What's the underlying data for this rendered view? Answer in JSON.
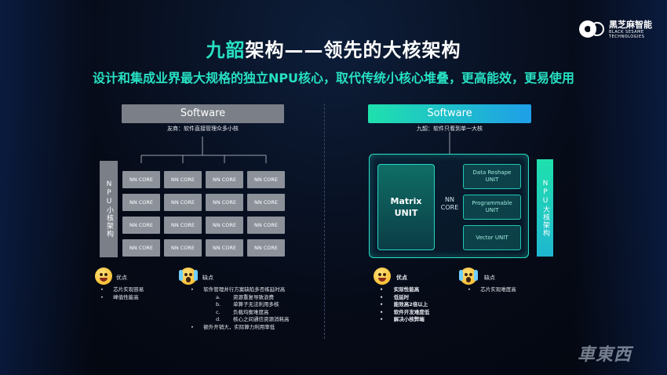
{
  "header": {
    "title_accent": "九韶",
    "title_rest": "架构——领先的大核架构",
    "subtitle": "设计和集成业界最大规格的独立NPU核心，取代传统小核心堆叠，更高能效，更易使用"
  },
  "logo": {
    "cn": "黑芝麻智能",
    "en_line1": "BLACK SESAME",
    "en_line2": "TECHNOLOGIES"
  },
  "left": {
    "software": "Software",
    "caption": "友商：软件直接管理众多小核",
    "npu_label": "NPU小核架构",
    "core_label": "NN CORE",
    "pros_title": "优点",
    "pros": [
      "芯片实现容易",
      "峰值性能高"
    ],
    "cons_title": "缺点",
    "cons_main": "软件管理并行方案缺陷多否练延时高",
    "cons_sub": [
      {
        "marker": "a.",
        "text": "资源重复导致浪费"
      },
      {
        "marker": "b.",
        "text": "单算子无法利用多核"
      },
      {
        "marker": "c.",
        "text": "负载均衡难度高"
      },
      {
        "marker": "d.",
        "text": "核心之间通信资源消耗高"
      }
    ],
    "cons_extra": "额外开销大，实际算力利用率低"
  },
  "right": {
    "software": "Software",
    "caption": "九韶：软件只看到单一大核",
    "matrix_line1": "Matrix",
    "matrix_line2": "UNIT",
    "nn_line1": "NN",
    "nn_line2": "CORE",
    "units": [
      {
        "line1": "Data Reshape",
        "line2": "UNIT"
      },
      {
        "line1": "Programmable",
        "line2": "UNIT"
      },
      {
        "line1": "Vector UNIT",
        "line2": ""
      }
    ],
    "npu_label": "NPU大核架构",
    "pros_title": "优点",
    "pros": [
      "实际性能高",
      "低延时",
      "能效高2倍以上",
      "软件开发难度低",
      "解决小核弊端"
    ],
    "cons_title": "缺点",
    "cons": [
      "芯片实现难度高"
    ]
  },
  "watermark": "車東西"
}
